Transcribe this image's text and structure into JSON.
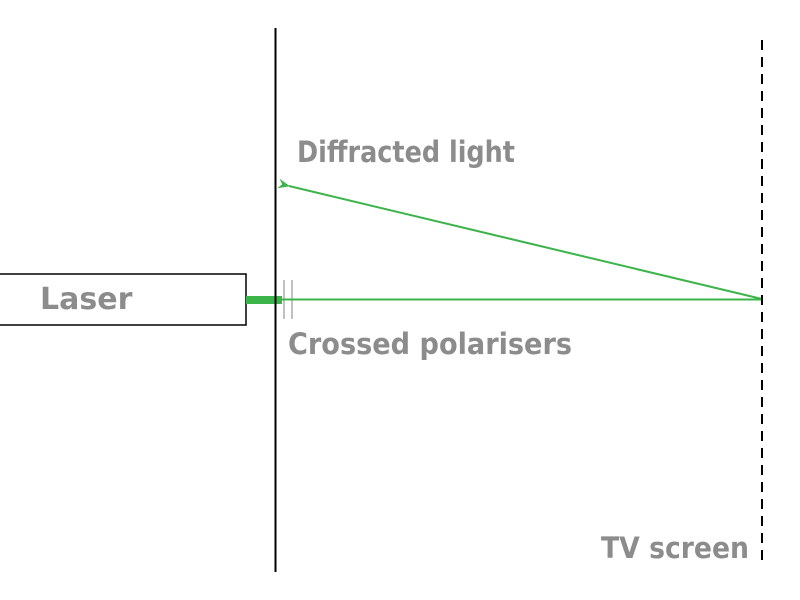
{
  "labels": {
    "laser": "Laser",
    "diffracted_light": "Diffracted light",
    "crossed_polarisers": "Crossed polarisers",
    "tv_screen": "TV screen"
  },
  "colors": {
    "beam": "#3cb44a",
    "outline": "#000000",
    "label": "#8c8c8c",
    "polariser": "#9a9a9a"
  }
}
